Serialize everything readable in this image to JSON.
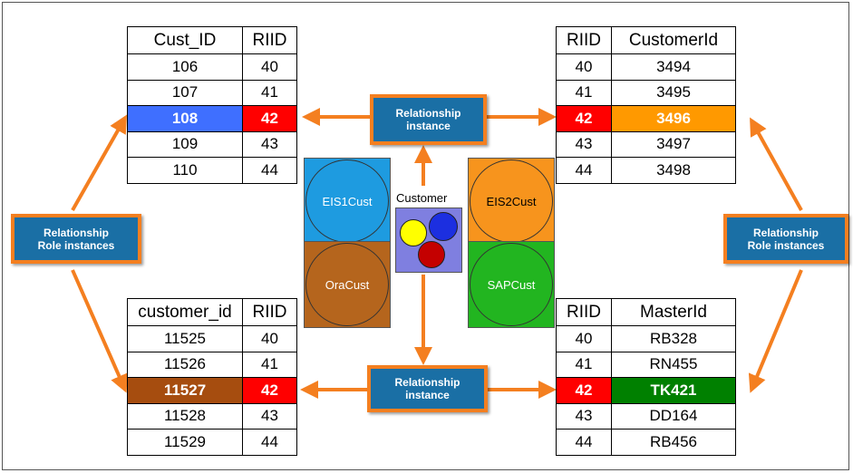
{
  "colors": {
    "arrow": "#f47f20",
    "box_fill": "#1a6fa5",
    "red_cell": "#ff0000",
    "blue_cell": "#3f6fff",
    "orange_cell": "#ff9900",
    "brown_cell": "#a64d0f",
    "green_cell": "#008000"
  },
  "boxes": {
    "relationship_instance": [
      "Relationship",
      "instance"
    ],
    "role_instances": [
      "Relationship",
      "Role instances"
    ]
  },
  "center": {
    "customer_label": "Customer",
    "eis1": "EIS1Cust",
    "eis2": "EIS2Cust",
    "ora": "OraCust",
    "sap": "SAPCust"
  },
  "tables": {
    "tl": {
      "headers": [
        "Cust_ID",
        "RIID"
      ],
      "rows": [
        [
          "106",
          "40"
        ],
        [
          "107",
          "41"
        ],
        [
          "108",
          "42"
        ],
        [
          "109",
          "43"
        ],
        [
          "110",
          "44"
        ]
      ],
      "highlight_row": 2
    },
    "tr": {
      "headers": [
        "RIID",
        "CustomerId"
      ],
      "rows": [
        [
          "40",
          "3494"
        ],
        [
          "41",
          "3495"
        ],
        [
          "42",
          "3496"
        ],
        [
          "43",
          "3497"
        ],
        [
          "44",
          "3498"
        ]
      ],
      "highlight_row": 2
    },
    "bl": {
      "headers": [
        "customer_id",
        "RIID"
      ],
      "rows": [
        [
          "11525",
          "40"
        ],
        [
          "11526",
          "41"
        ],
        [
          "11527",
          "42"
        ],
        [
          "11528",
          "43"
        ],
        [
          "11529",
          "44"
        ]
      ],
      "highlight_row": 2
    },
    "br": {
      "headers": [
        "RIID",
        "MasterId"
      ],
      "rows": [
        [
          "40",
          "RB328"
        ],
        [
          "41",
          "RN455"
        ],
        [
          "42",
          "TK421"
        ],
        [
          "43",
          "DD164"
        ],
        [
          "44",
          "RB456"
        ]
      ],
      "highlight_row": 2
    }
  }
}
